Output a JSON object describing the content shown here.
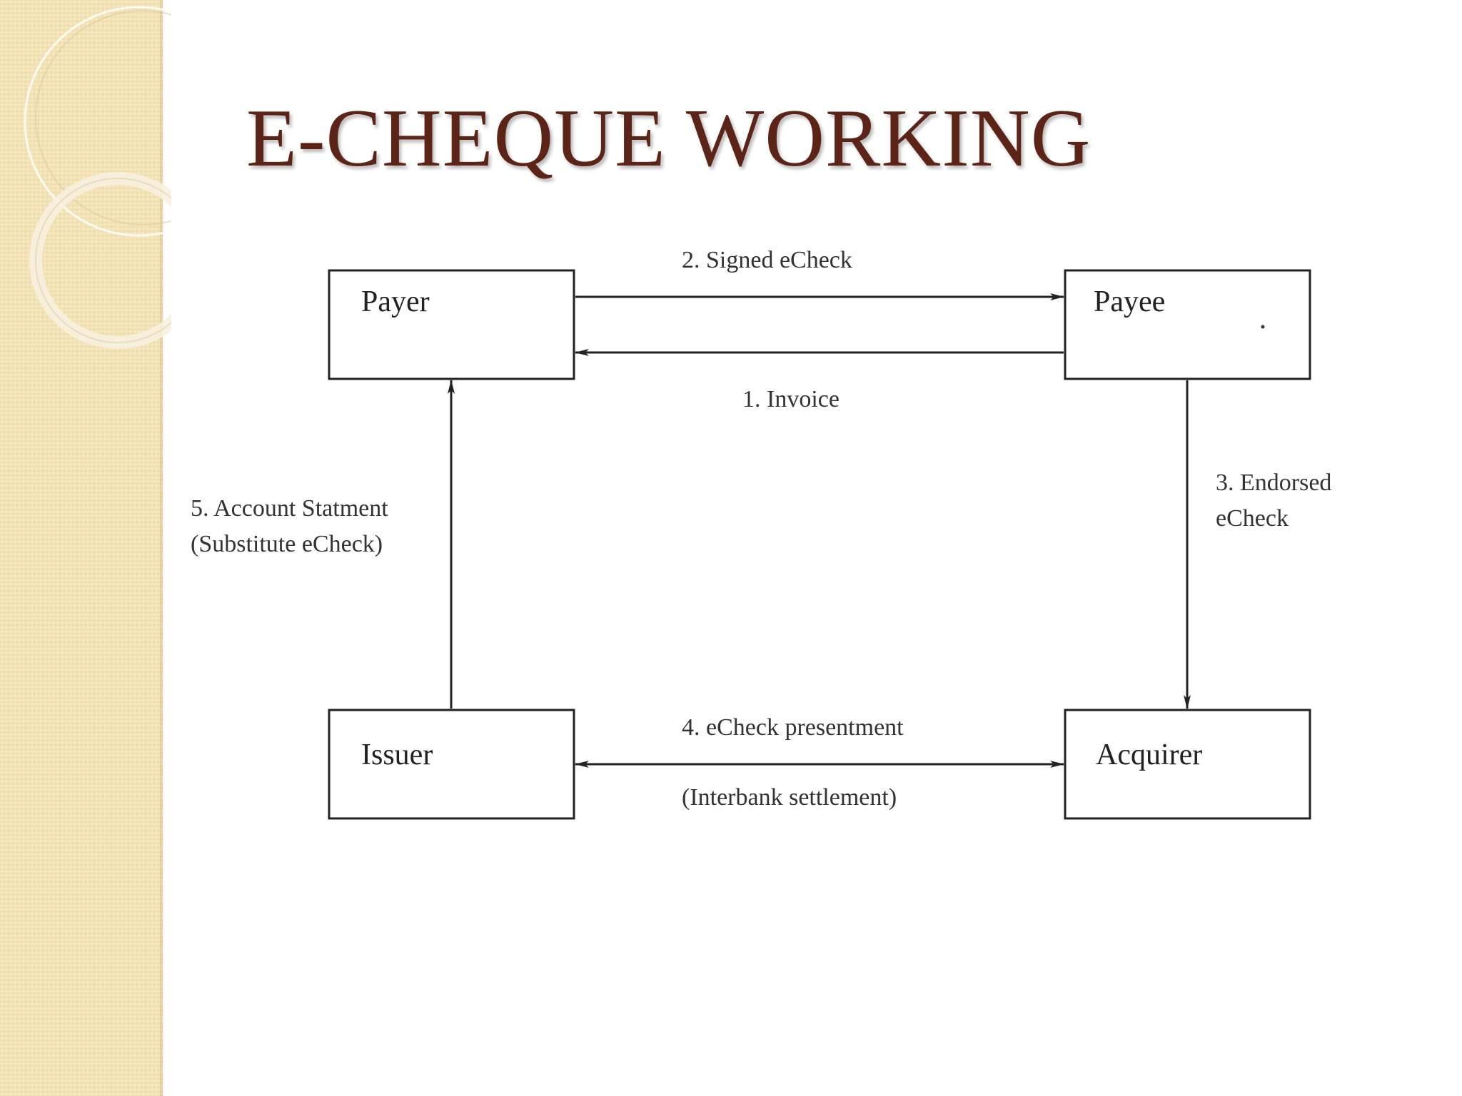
{
  "slide": {
    "title": "E-CHEQUE WORKING"
  },
  "diagram": {
    "nodes": {
      "payer": "Payer",
      "payee": "Payee",
      "issuer": "Issuer",
      "acquirer": "Acquirer"
    },
    "edges": {
      "step1": "1. Invoice",
      "step2": "2. Signed eCheck",
      "step3_line1": "3. Endorsed",
      "step3_line2": "eCheck",
      "step4_line1": "4. eCheck presentment",
      "step4_line2": "(Interbank settlement)",
      "step5_line1": "5. Account Statment",
      "step5_line2": "(Substitute eCheck)"
    }
  },
  "colors": {
    "title": "#5b2416",
    "strip": "#f3e2b4",
    "lines": "#222222"
  }
}
